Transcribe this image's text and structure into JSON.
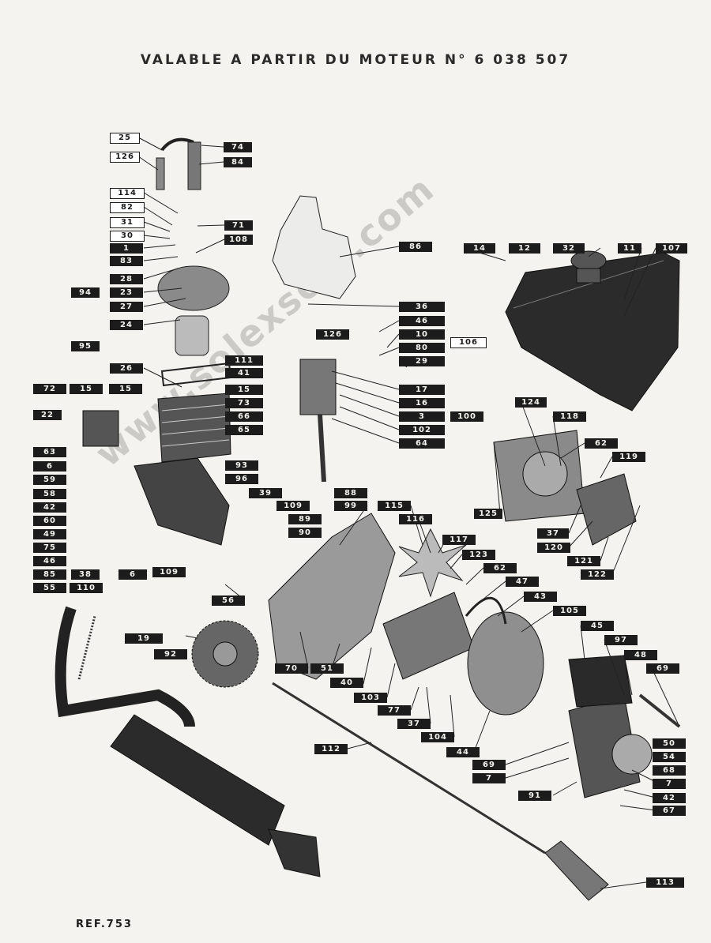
{
  "header": "VALABLE A PARTIR DU MOTEUR N° 6 038 507",
  "ref": "REF.753",
  "watermark": "www.solexsolo.com",
  "labels": {
    "l25": "25",
    "l126a": "126",
    "l74": "74",
    "l84": "84",
    "l114": "114",
    "l82": "82",
    "l31": "31",
    "l71": "71",
    "l30": "30",
    "l108": "108",
    "l1": "1",
    "l83": "83",
    "l28": "28",
    "l94": "94",
    "l23": "23",
    "l27": "27",
    "l24": "24",
    "l95": "95",
    "l26": "26",
    "l41": "41",
    "l111": "111",
    "l126b": "126",
    "l86": "86",
    "l36": "36",
    "l46a": "46",
    "l10": "10",
    "l106": "106",
    "l80": "80",
    "l29": "29",
    "l17": "17",
    "l16": "16",
    "l3": "3",
    "l100": "100",
    "l102": "102",
    "l64": "64",
    "l14": "14",
    "l12": "12",
    "l32": "32",
    "l11": "11",
    "l107": "107",
    "l72": "72",
    "l15a": "15",
    "l15b": "15",
    "l22": "22",
    "l15c": "15",
    "l73": "73",
    "l66": "66",
    "l65": "65",
    "l63": "63",
    "l6a": "6",
    "l59": "59",
    "l58": "58",
    "l42a": "42",
    "l60": "60",
    "l49": "49",
    "l75": "75",
    "l46b": "46",
    "l85": "85",
    "l38": "38",
    "l6b": "6",
    "l55": "55",
    "l110": "110",
    "l93": "93",
    "l96": "96",
    "l39": "39",
    "l109a": "109",
    "l88": "88",
    "l99": "99",
    "l115": "115",
    "l89": "89",
    "l90": "90",
    "l116": "116",
    "l117": "117",
    "l123": "123",
    "l62a": "62",
    "l47": "47",
    "l43": "43",
    "l105": "105",
    "l124": "124",
    "l118": "118",
    "l62b": "62",
    "l119": "119",
    "l125": "125",
    "l37a": "37",
    "l120": "120",
    "l121": "121",
    "l122": "122",
    "l109b": "109",
    "l56": "56",
    "l19": "19",
    "l92": "92",
    "l70": "70",
    "l51": "51",
    "l40": "40",
    "l103": "103",
    "l77": "77",
    "l37b": "37",
    "l104": "104",
    "l44": "44",
    "l45": "45",
    "l97": "97",
    "l48": "48",
    "l69a": "69",
    "l50": "50",
    "l54": "54",
    "l68": "68",
    "l69b": "69",
    "l7a": "7",
    "l7b": "7",
    "l91": "91",
    "l42b": "42",
    "l67": "67",
    "l112": "112",
    "l113": "113"
  }
}
